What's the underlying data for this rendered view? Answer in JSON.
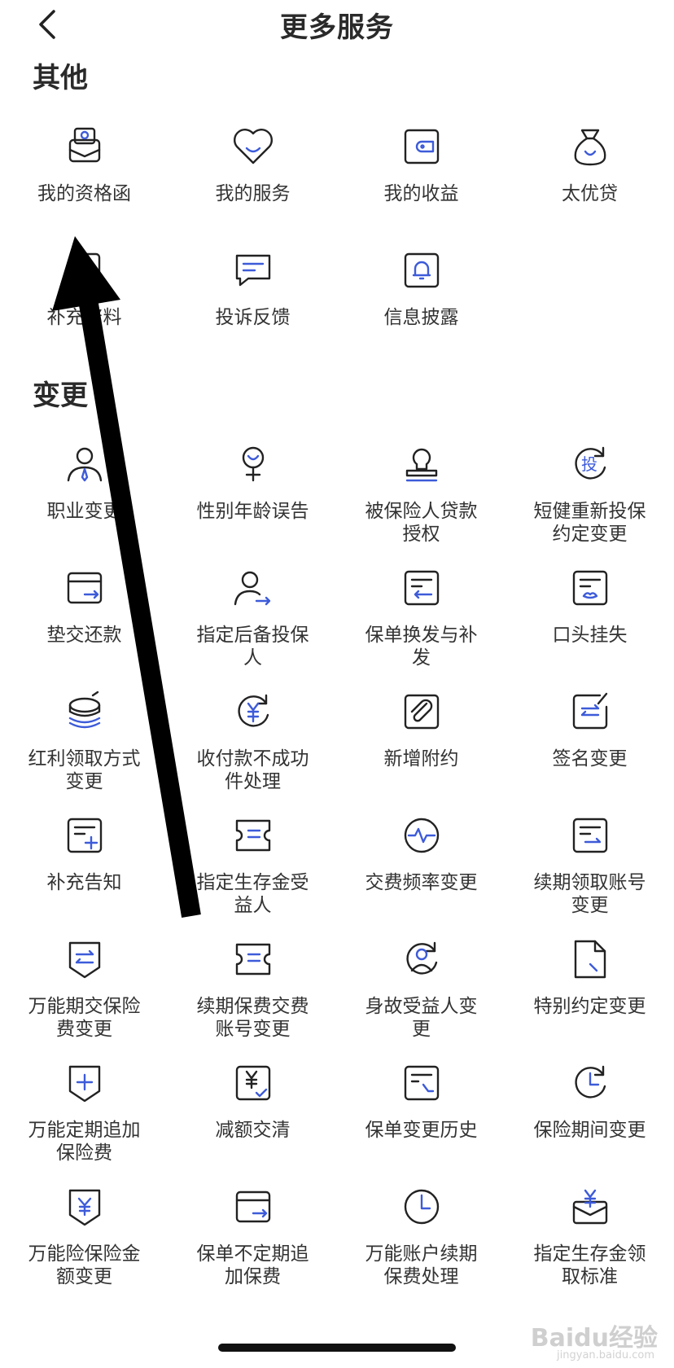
{
  "header": {
    "title": "更多服务"
  },
  "sections": [
    {
      "title": "其他",
      "items": [
        {
          "label": "我的资格函",
          "icon": "qualification-letter-icon"
        },
        {
          "label": "我的服务",
          "icon": "heart-service-icon"
        },
        {
          "label": "我的收益",
          "icon": "wallet-icon"
        },
        {
          "label": "太优贷",
          "icon": "money-bag-icon"
        },
        {
          "label": "补充资料",
          "icon": "document-add-icon"
        },
        {
          "label": "投诉反馈",
          "icon": "chat-feedback-icon"
        },
        {
          "label": "信息披露",
          "icon": "bell-icon"
        }
      ]
    },
    {
      "title": "变更",
      "items": [
        {
          "label": "职业变更",
          "icon": "person-tie-icon"
        },
        {
          "label": "性别年龄误告",
          "icon": "gender-icon"
        },
        {
          "label": "被保险人贷款授权",
          "icon": "stamp-icon"
        },
        {
          "label": "短健重新投保约定变更",
          "icon": "reinsure-icon"
        },
        {
          "label": "垫交还款",
          "icon": "card-arrow-icon"
        },
        {
          "label": "指定后备投保人",
          "icon": "person-arrow-icon"
        },
        {
          "label": "保单换发与补发",
          "icon": "policy-exchange-icon"
        },
        {
          "label": "口头挂失",
          "icon": "policy-lips-icon"
        },
        {
          "label": "红利领取方式变更",
          "icon": "coin-stack-icon"
        },
        {
          "label": "收付款不成功件处理",
          "icon": "yuan-refresh-icon"
        },
        {
          "label": "新增附约",
          "icon": "paperclip-icon"
        },
        {
          "label": "签名变更",
          "icon": "sign-change-icon"
        },
        {
          "label": "补充告知",
          "icon": "notice-add-icon"
        },
        {
          "label": "指定生存金受益人",
          "icon": "ticket-icon"
        },
        {
          "label": "交费频率变更",
          "icon": "pulse-icon"
        },
        {
          "label": "续期领取账号变更",
          "icon": "account-change-icon"
        },
        {
          "label": "万能期交保险费变更",
          "icon": "shield-exchange-icon"
        },
        {
          "label": "续期保费交费账号变更",
          "icon": "ticket-icon"
        },
        {
          "label": "身故受益人变更",
          "icon": "person-refresh-icon"
        },
        {
          "label": "特别约定变更",
          "icon": "file-edit-icon"
        },
        {
          "label": "万能定期追加保险费",
          "icon": "shield-plus-icon"
        },
        {
          "label": "减额交清",
          "icon": "yuan-check-icon"
        },
        {
          "label": "保单变更历史",
          "icon": "policy-history-icon"
        },
        {
          "label": "保险期间变更",
          "icon": "clock-refresh-icon"
        },
        {
          "label": "万能险保险金额变更",
          "icon": "shield-yuan-icon"
        },
        {
          "label": "保单不定期追加保费",
          "icon": "card-arrow-icon"
        },
        {
          "label": "万能账户续期保费处理",
          "icon": "clock-icon"
        },
        {
          "label": "指定生存金领取标准",
          "icon": "envelope-yuan-icon"
        }
      ]
    }
  ],
  "watermark": {
    "main": "Baidu经验",
    "sub": "jingyan.baidu.com"
  },
  "colors": {
    "accent": "#3d5bd9",
    "text": "#222222"
  }
}
